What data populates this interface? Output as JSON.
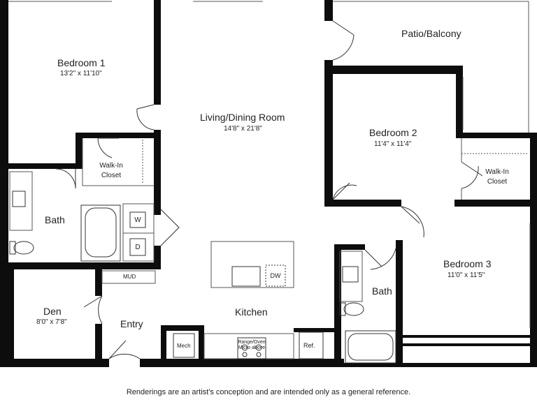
{
  "colors": {
    "wall": "#0d0d0d",
    "thin_line": "#555555",
    "background": "#ffffff",
    "text": "#222222"
  },
  "rooms": {
    "bedroom1": {
      "name": "Bedroom 1",
      "size": "13'2\" x 11'10\""
    },
    "living": {
      "name": "Living/Dining Room",
      "size": "14'8\" x 21'8\""
    },
    "patio": {
      "name": "Patio/Balcony"
    },
    "bedroom2": {
      "name": "Bedroom 2",
      "size": "11'4\" x 11'4\""
    },
    "walkin1": {
      "line1": "Walk-In",
      "line2": "Closet"
    },
    "walkin2": {
      "line1": "Walk-In",
      "line2": "Closet"
    },
    "bath1": {
      "name": "Bath"
    },
    "bath2": {
      "name": "Bath"
    },
    "bedroom3": {
      "name": "Bedroom 3",
      "size": "11'0\" x 11'5\""
    },
    "den": {
      "name": "Den",
      "size": "8'0\" x 7'8\""
    },
    "entry": {
      "name": "Entry"
    },
    "kitchen": {
      "name": "Kitchen"
    }
  },
  "fixtures": {
    "washer": "W",
    "dryer": "D",
    "mud": "MUD",
    "dishwasher": "DW",
    "mech": "Mech",
    "range": "Range/Oven",
    "micro": "Micro above",
    "fridge": "Ref."
  },
  "footer": {
    "disclaimer": "Renderings are an artist's conception and are intended only as a general reference."
  }
}
